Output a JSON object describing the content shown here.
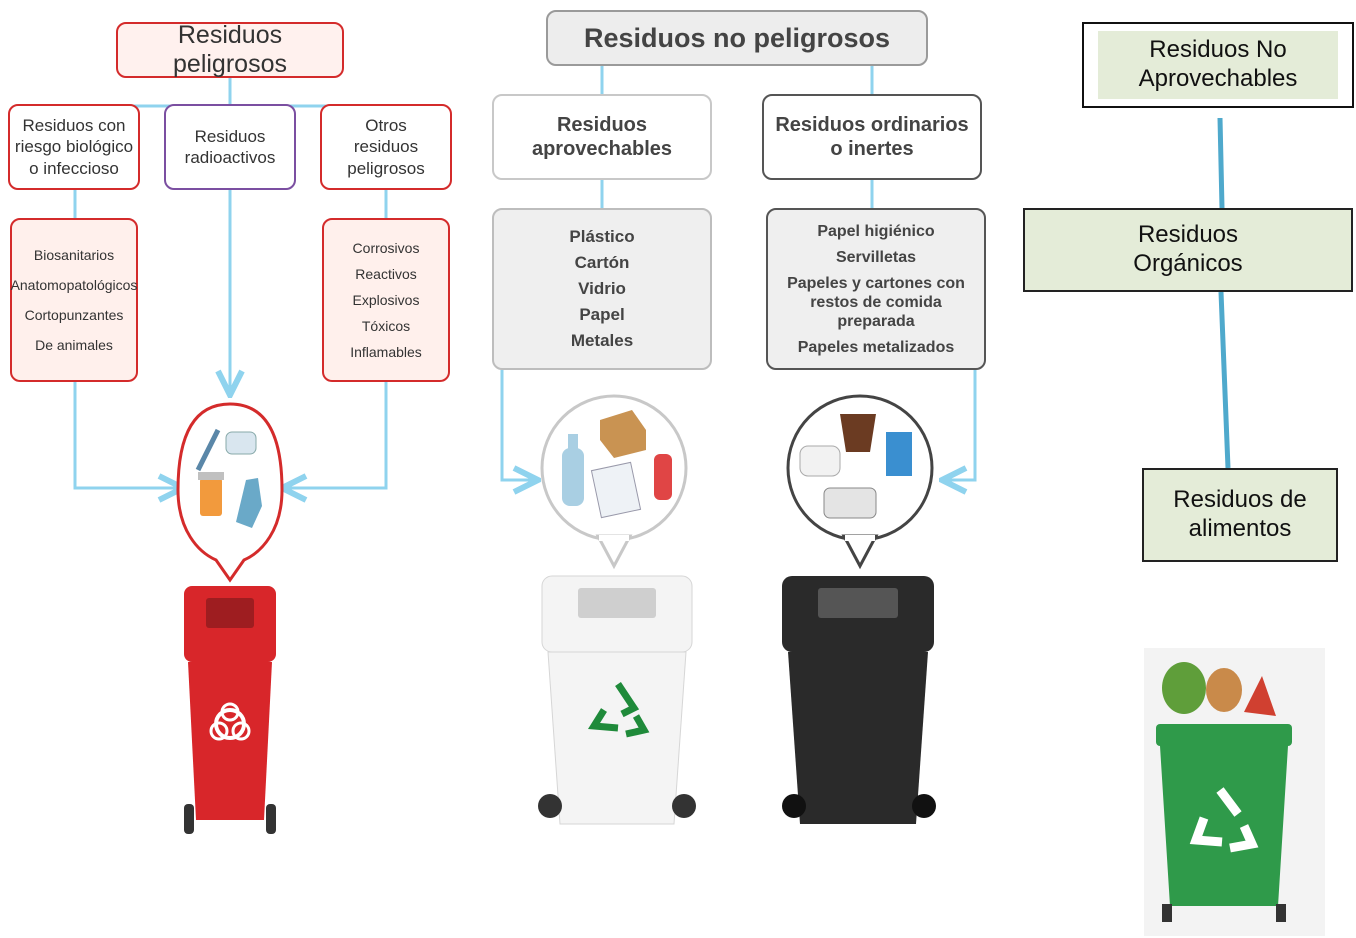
{
  "hazardous": {
    "title": "Residuos peligrosos",
    "biological": {
      "label": "Residuos con riesgo biológico o infeccioso",
      "items": [
        "Biosanitarios",
        "Anatomopatológicos",
        "Cortopunzantes",
        "De animales"
      ]
    },
    "radioactive": {
      "label": "Residuos radioactivos"
    },
    "other": {
      "label": "Otros residuos peligrosos",
      "items": [
        "Corrosivos",
        "Reactivos",
        "Explosivos",
        "Tóxicos",
        "Inflamables"
      ]
    }
  },
  "non_hazardous": {
    "title": "Residuos no peligrosos",
    "recyclable": {
      "label": "Residuos aprovechables",
      "items": [
        "Plástico",
        "Cartón",
        "Vidrio",
        "Papel",
        "Metales"
      ]
    },
    "ordinary": {
      "label": "Residuos ordinarios o inertes",
      "items": [
        "Papel higiénico",
        "Servilletas",
        "Papeles y cartones con restos de comida preparada",
        "Papeles metalizados"
      ]
    }
  },
  "right_panel": {
    "non_recyclable": "Residuos No Aprovechables",
    "organic": "Residuos Orgánicos",
    "food": "Residuos de alimentos"
  },
  "colors": {
    "red_bin": "#d8262a",
    "white_bin": "#f4f4f4",
    "black_bin": "#2a2a2a",
    "green_bin": "#2f9a4a",
    "arrow": "#8fd3ee",
    "connector": "#5bb8d6",
    "green_box": "#e4ecd8"
  }
}
